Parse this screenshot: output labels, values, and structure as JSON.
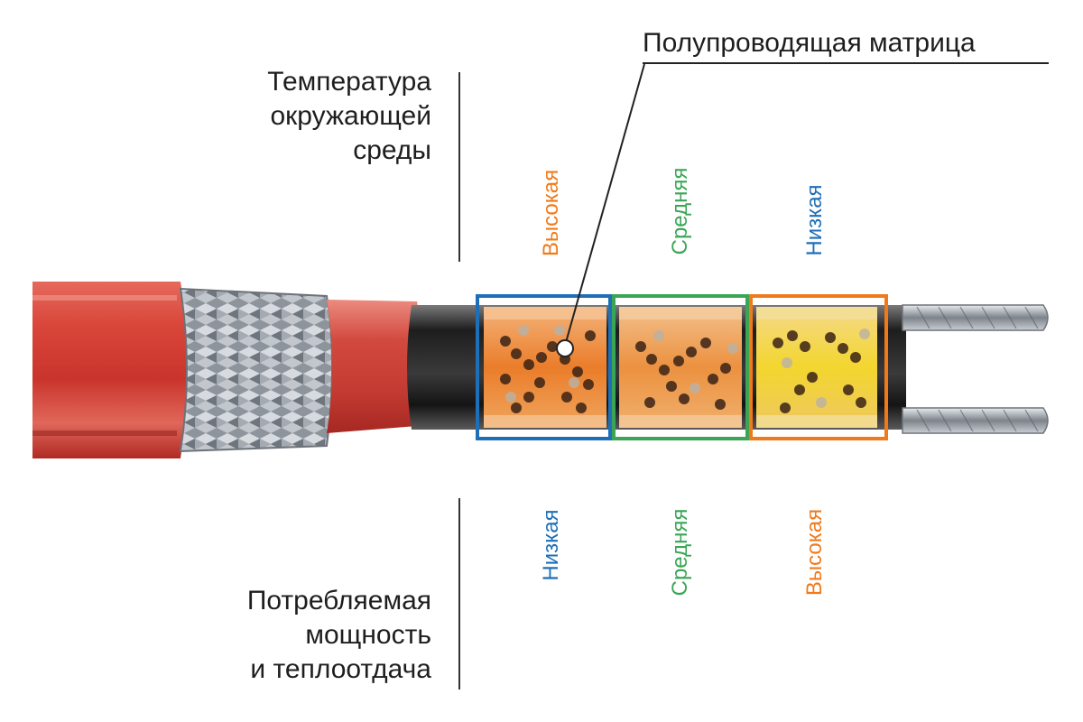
{
  "labels": {
    "ambient_temperature": [
      "Температура",
      "окружающей",
      "среды"
    ],
    "power_consumption": [
      "Потребляемая",
      "мощность",
      "и теплоотдача"
    ],
    "matrix_callout": "Полупроводящая матрица"
  },
  "temperature_row": [
    {
      "text": "Высокая",
      "color": "#f07a1a"
    },
    {
      "text": "Средняя",
      "color": "#3aa655"
    },
    {
      "text": "Низкая",
      "color": "#1f6fb8"
    }
  ],
  "power_row": [
    {
      "text": "Низкая",
      "color": "#1f6fb8"
    },
    {
      "text": "Средняя",
      "color": "#3aa655"
    },
    {
      "text": "Высокая",
      "color": "#f07a1a"
    }
  ],
  "colors": {
    "jacket": "#c9342c",
    "braid": "#b9bec4",
    "frame_blue": "#1f6fb8",
    "frame_green": "#3aa655",
    "frame_orange": "#f07a1a",
    "matrix_hot": "#ef8a2d",
    "matrix_mid": "#ee9a3c",
    "matrix_cold": "#f2d12a",
    "wire": "#9aa0a6"
  }
}
